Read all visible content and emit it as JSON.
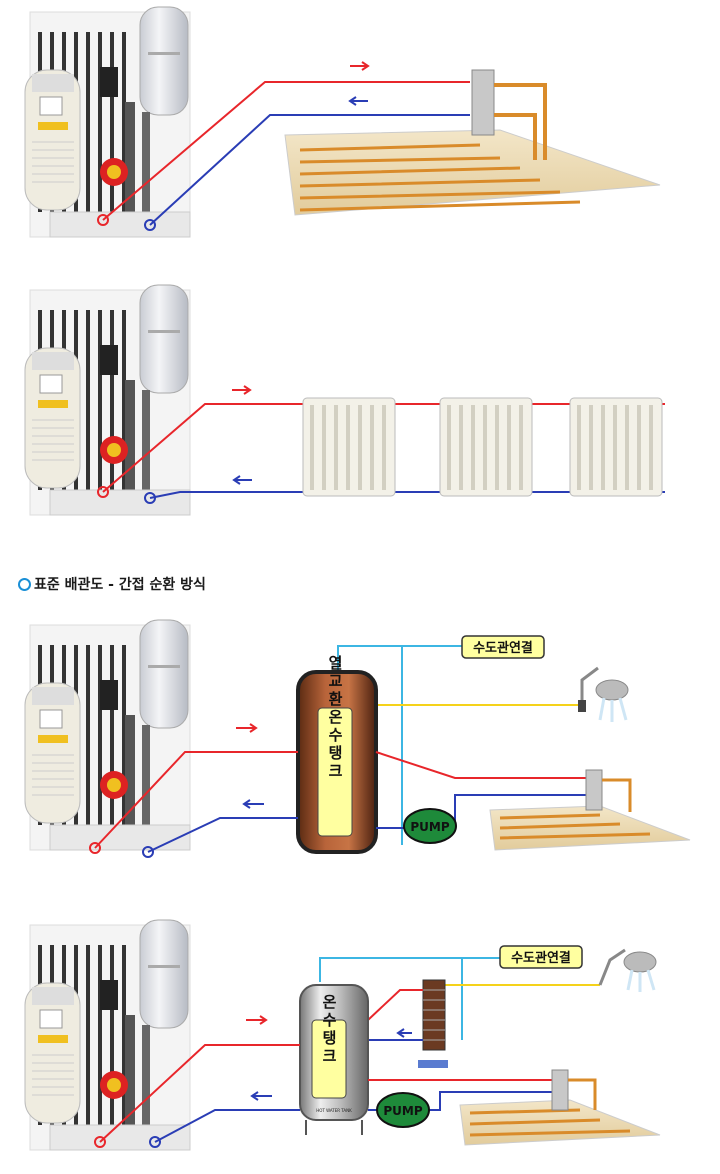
{
  "heading": "표준 배관도 - 간접 순환 방식",
  "labels": {
    "water_connection_1": "수도관연결",
    "water_connection_2": "수도관연결",
    "heat_exchange_tank": "열교환온수탱크",
    "hot_water_tank": "온수탱크",
    "pump_1": "PUMP",
    "pump_2": "PUMP",
    "tank_plate": "HOT WATER TANK"
  },
  "colors": {
    "supply_pipe": "#e8262b",
    "return_pipe": "#2a3db5",
    "water_pipe": "#3cb6e3",
    "hot_water_pipe": "#f5d21a",
    "label_fill": "#ffffa0",
    "pump_fill": "#1e8a3a",
    "floor_pipe": "#d98b2a"
  },
  "icons": [
    "boiler-icon",
    "floor-heating-icon",
    "radiator-icon",
    "shower-icon",
    "heat-exchanger-icon",
    "flow-arrow-icon"
  ]
}
